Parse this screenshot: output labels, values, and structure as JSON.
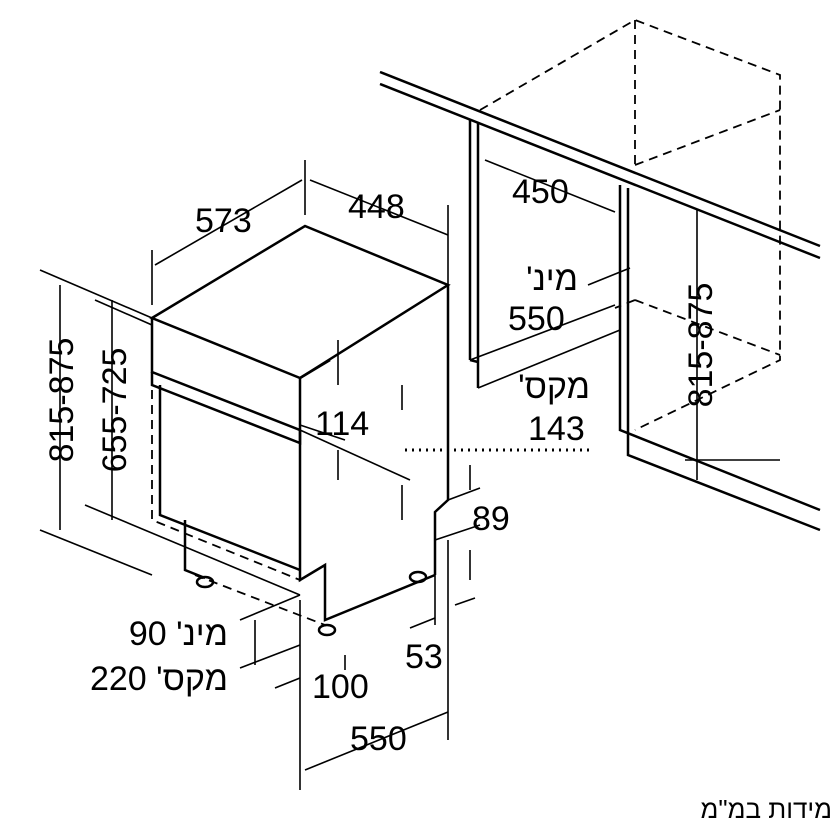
{
  "dimensions": {
    "depth_top": "573",
    "width": "448",
    "niche_width": "450",
    "niche_depth_label": "מינ'",
    "niche_depth": "550",
    "offset_label": "מקס'",
    "offset": "143",
    "height_left": "815-875",
    "door_height": "655-725",
    "height_right": "815-875",
    "panel_gap": "114",
    "plinth_top": "89",
    "plinth_depth": "53",
    "foot_offset": "100",
    "depth_bottom": "550",
    "plinth_min": "מינ' 90",
    "plinth_max": "מקס' 220"
  },
  "footer": "מידות במ\"מ"
}
